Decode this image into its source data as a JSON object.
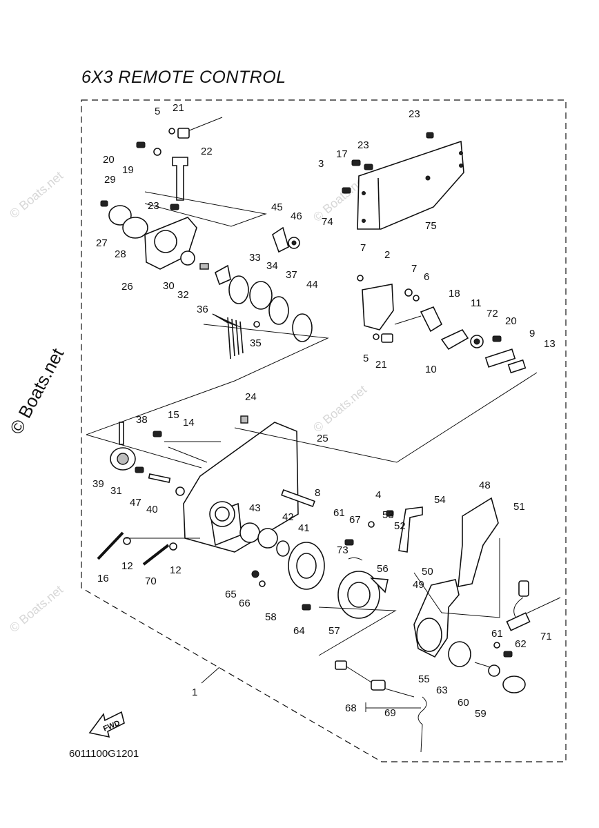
{
  "title": "6X3 REMOTE CONTROL",
  "drawing_code": "6011100G1201",
  "watermark": "© Boats.net",
  "fwd_arrow_label": "FWD",
  "callouts": {
    "c1": "1",
    "c2": "2",
    "c3": "3",
    "c4": "4",
    "c5a": "5",
    "c5b": "5",
    "c6": "6",
    "c7a": "7",
    "c7b": "7",
    "c8": "8",
    "c9": "9",
    "c10": "10",
    "c11": "11",
    "c12a": "12",
    "c12b": "12",
    "c13": "13",
    "c14": "14",
    "c15": "15",
    "c16": "16",
    "c17": "17",
    "c18": "18",
    "c19": "19",
    "c20a": "20",
    "c20b": "20",
    "c21a": "21",
    "c21b": "21",
    "c22": "22",
    "c23a": "23",
    "c23b": "23",
    "c23c": "23",
    "c24": "24",
    "c25": "25",
    "c26": "26",
    "c27": "27",
    "c28": "28",
    "c29": "29",
    "c30": "30",
    "c31": "31",
    "c32": "32",
    "c33": "33",
    "c34": "34",
    "c35": "35",
    "c36": "36",
    "c37": "37",
    "c38": "38",
    "c39": "39",
    "c40": "40",
    "c41": "41",
    "c42": "42",
    "c43": "43",
    "c44": "44",
    "c45": "45",
    "c46": "46",
    "c47": "47",
    "c48": "48",
    "c49": "49",
    "c50": "50",
    "c51": "51",
    "c52": "52",
    "c53": "53",
    "c54": "54",
    "c55": "55",
    "c56": "56",
    "c57": "57",
    "c58": "58",
    "c59": "59",
    "c60": "60",
    "c61a": "61",
    "c61b": "61",
    "c62": "62",
    "c63": "63",
    "c64": "64",
    "c65": "65",
    "c66": "66",
    "c67": "67",
    "c68": "68",
    "c69": "69",
    "c70": "70",
    "c71": "71",
    "c72": "72",
    "c73": "73",
    "c74": "74",
    "c75": "75"
  }
}
